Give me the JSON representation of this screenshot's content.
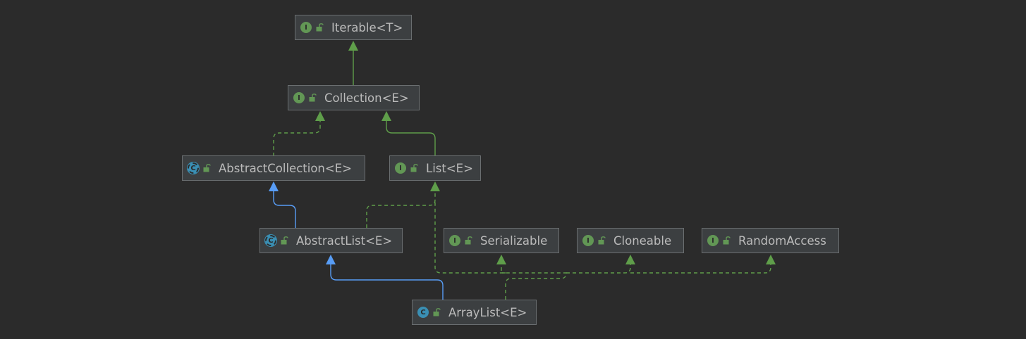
{
  "colors": {
    "background": "#2b2b2b",
    "node_fill": "#3c3f41",
    "node_border": "#6a6e70",
    "text": "#bbbbbb",
    "interface_badge": "#629755",
    "class_badge": "#3a8fb4",
    "implements_edge": "#5f9e4a",
    "extends_edge": "#589df6"
  },
  "badges": {
    "interface": "I",
    "class": "C"
  },
  "nodes": [
    {
      "id": "iterable",
      "label": "Iterable<T>",
      "kind": "interface",
      "icon": "interface-icon"
    },
    {
      "id": "collection",
      "label": "Collection<E>",
      "kind": "interface",
      "icon": "interface-icon"
    },
    {
      "id": "abstractcollection",
      "label": "AbstractCollection<E>",
      "kind": "abstract",
      "icon": "abstract-class-icon"
    },
    {
      "id": "list",
      "label": "List<E>",
      "kind": "interface",
      "icon": "interface-icon"
    },
    {
      "id": "abstractlist",
      "label": "AbstractList<E>",
      "kind": "abstract",
      "icon": "abstract-class-icon"
    },
    {
      "id": "serializable",
      "label": "Serializable",
      "kind": "interface",
      "icon": "interface-icon"
    },
    {
      "id": "cloneable",
      "label": "Cloneable",
      "kind": "interface",
      "icon": "interface-icon"
    },
    {
      "id": "randomaccess",
      "label": "RandomAccess",
      "kind": "interface",
      "icon": "interface-icon"
    },
    {
      "id": "arraylist",
      "label": "ArrayList<E>",
      "kind": "class",
      "icon": "class-icon"
    }
  ],
  "edges": [
    {
      "from": "collection",
      "to": "iterable",
      "type": "extends-interface"
    },
    {
      "from": "abstractcollection",
      "to": "collection",
      "type": "implements"
    },
    {
      "from": "list",
      "to": "collection",
      "type": "extends-interface"
    },
    {
      "from": "abstractlist",
      "to": "abstractcollection",
      "type": "extends-class"
    },
    {
      "from": "abstractlist",
      "to": "list",
      "type": "implements"
    },
    {
      "from": "arraylist",
      "to": "abstractlist",
      "type": "extends-class"
    },
    {
      "from": "arraylist",
      "to": "list",
      "type": "implements"
    },
    {
      "from": "arraylist",
      "to": "serializable",
      "type": "implements"
    },
    {
      "from": "arraylist",
      "to": "cloneable",
      "type": "implements"
    },
    {
      "from": "arraylist",
      "to": "randomaccess",
      "type": "implements"
    }
  ]
}
